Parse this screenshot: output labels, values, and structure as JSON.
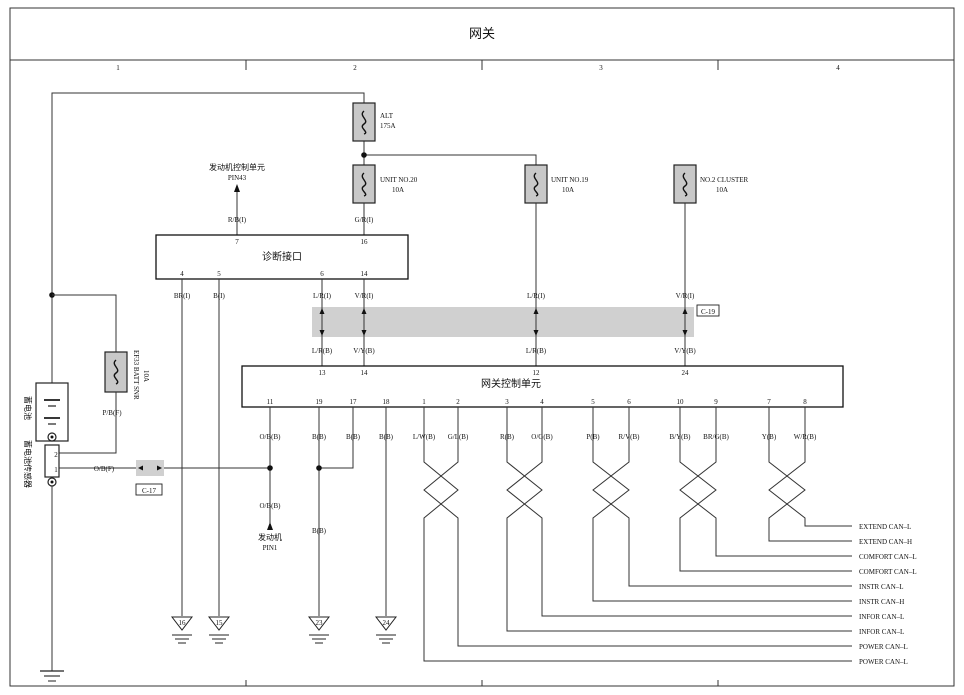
{
  "title": "网关",
  "zones": [
    "1",
    "2",
    "3",
    "4"
  ],
  "fuses": {
    "alt": {
      "name": "ALT",
      "rating": "175A"
    },
    "unit20": {
      "name": "UNIT NO.20",
      "rating": "10A"
    },
    "unit19": {
      "name": "UNIT NO.19",
      "rating": "10A"
    },
    "cluster2": {
      "name": "NO.2 CLUSTER",
      "rating": "10A"
    },
    "ef33": {
      "name": "EF33 BATT SNR",
      "rating": "10A"
    }
  },
  "ecm": {
    "label": "发动机控制单元",
    "pin": "PIN43"
  },
  "engine": {
    "label": "发动机",
    "pin": "PIN1"
  },
  "diag": {
    "label": "诊断接口",
    "pins_top": [
      "7",
      "16"
    ],
    "pins_bottom": [
      "4",
      "5",
      "6",
      "14"
    ]
  },
  "gateway": {
    "label": "网关控制单元",
    "pins_top": [
      "13",
      "14",
      "12",
      "24"
    ],
    "pins_bottom": [
      "11",
      "19",
      "17",
      "18",
      "1",
      "2",
      "3",
      "4",
      "5",
      "6",
      "10",
      "9",
      "7",
      "8"
    ]
  },
  "connectors": {
    "c19": "C-19",
    "c17": "C-17"
  },
  "battery": {
    "label": "蓄电池",
    "sensor": "蓄电池传感器",
    "pins": [
      "2",
      "1"
    ]
  },
  "wire_labels": {
    "rb": "R/B(I)",
    "gr": "G/R(I)",
    "br": "BR(I)",
    "b": "B(I)",
    "lr_i1": "L/R(I)",
    "vr_i1": "V/R(I)",
    "lr_i2": "L/R(I)",
    "vr_i2": "V/R(I)",
    "lr_b1": "L/R(B)",
    "vy_b1": "V/Y(B)",
    "lr_b2": "L/R(B)",
    "vy_b2": "V/Y(B)",
    "pbf": "P/B(F)",
    "obf": "O/B(F)",
    "ob_b1": "O/B(B)",
    "b_b19": "B(B)",
    "b_b17": "B(B)",
    "b_b18": "B(B)",
    "ob_b2": "O/B(B)",
    "b_b3": "B(B)",
    "lwb": "L/W(B)",
    "glb": "G/L(B)",
    "rb_b": "R(B)",
    "ogb": "O/G(B)",
    "pb": "P(B)",
    "rvb": "R/V(B)",
    "byb": "B/Y(B)",
    "brgb": "BR/G(B)",
    "yb": "Y(B)",
    "wrb": "W/R(B)"
  },
  "grounds": [
    "16",
    "15",
    "23",
    "24"
  ],
  "can_lines": [
    "EXTEND CAN–L",
    "EXTEND CAN–H",
    "COMFORT CAN–L",
    "COMFORT CAN–L",
    "INSTR CAN–L",
    "INSTR CAN–H",
    "INFOR CAN–L",
    "INFOR CAN–L",
    "POWER CAN–L",
    "POWER CAN–L"
  ]
}
